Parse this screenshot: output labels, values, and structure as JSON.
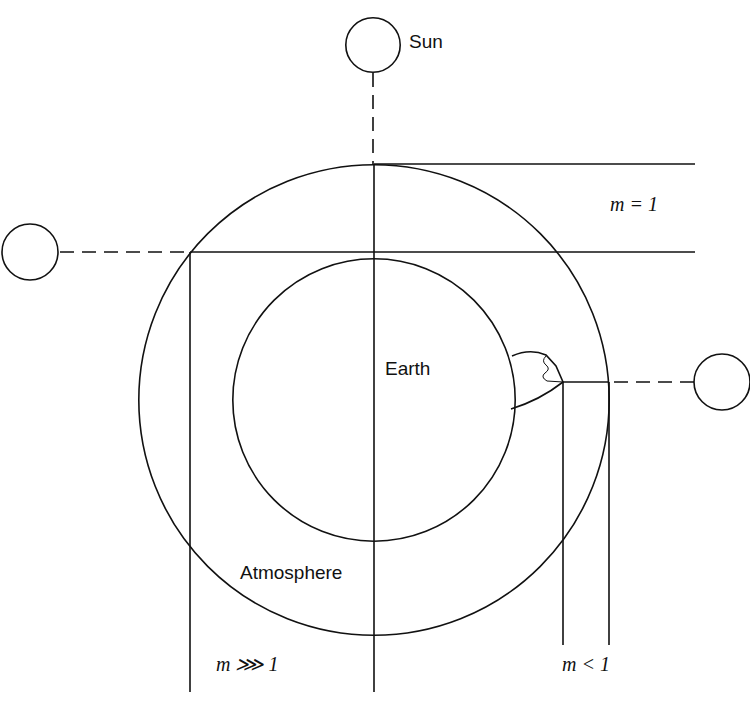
{
  "diagram": {
    "nodes": [
      {
        "text": [
          "Sun"
        ]
      },
      {
        "text": [
          "Atmosphere"
        ]
      },
      {
        "text": [
          "Earth"
        ],
        "in": 1
      }
    ],
    "edges": [
      {
        "from": 0,
        "to": 1,
        "arrow": "none"
      }
    ],
    "labels": [
      "m = 1",
      "m ⋙ 1",
      "m < 1"
    ]
  }
}
